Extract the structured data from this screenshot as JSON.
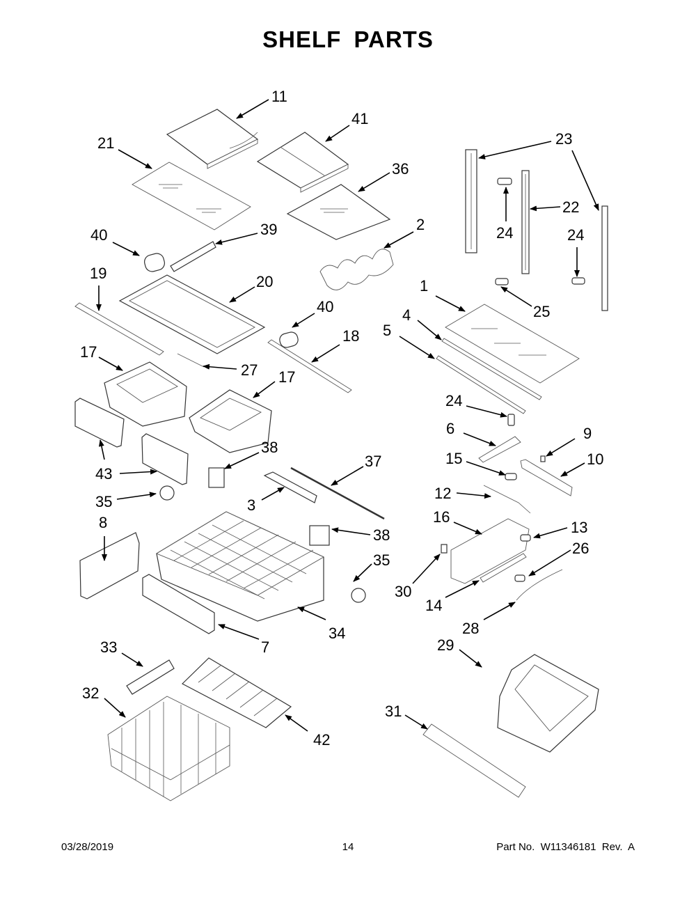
{
  "page": {
    "title": "SHELF PARTS"
  },
  "callouts": [
    {
      "id": "c11",
      "label": "11"
    },
    {
      "id": "c41",
      "label": "41"
    },
    {
      "id": "c21",
      "label": "21"
    },
    {
      "id": "c36",
      "label": "36"
    },
    {
      "id": "c23",
      "label": "23"
    },
    {
      "id": "c22",
      "label": "22"
    },
    {
      "id": "c24a",
      "label": "24"
    },
    {
      "id": "c24b",
      "label": "24"
    },
    {
      "id": "c2",
      "label": "2"
    },
    {
      "id": "c40a",
      "label": "40"
    },
    {
      "id": "c39",
      "label": "39"
    },
    {
      "id": "c19",
      "label": "19"
    },
    {
      "id": "c20",
      "label": "20"
    },
    {
      "id": "c25",
      "label": "25"
    },
    {
      "id": "c1",
      "label": "1"
    },
    {
      "id": "c40b",
      "label": "40"
    },
    {
      "id": "c4",
      "label": "4"
    },
    {
      "id": "c5",
      "label": "5"
    },
    {
      "id": "c18",
      "label": "18"
    },
    {
      "id": "c17a",
      "label": "17"
    },
    {
      "id": "c27",
      "label": "27"
    },
    {
      "id": "c17b",
      "label": "17"
    },
    {
      "id": "c24c",
      "label": "24"
    },
    {
      "id": "c6",
      "label": "6"
    },
    {
      "id": "c9",
      "label": "9"
    },
    {
      "id": "c43",
      "label": "43"
    },
    {
      "id": "c38a",
      "label": "38"
    },
    {
      "id": "c37",
      "label": "37"
    },
    {
      "id": "c15",
      "label": "15"
    },
    {
      "id": "c10",
      "label": "10"
    },
    {
      "id": "c35a",
      "label": "35"
    },
    {
      "id": "c3",
      "label": "3"
    },
    {
      "id": "c12",
      "label": "12"
    },
    {
      "id": "c8",
      "label": "8"
    },
    {
      "id": "c16",
      "label": "16"
    },
    {
      "id": "c13",
      "label": "13"
    },
    {
      "id": "c38b",
      "label": "38"
    },
    {
      "id": "c26",
      "label": "26"
    },
    {
      "id": "c35b",
      "label": "35"
    },
    {
      "id": "c30",
      "label": "30"
    },
    {
      "id": "c14",
      "label": "14"
    },
    {
      "id": "c34",
      "label": "34"
    },
    {
      "id": "c28",
      "label": "28"
    },
    {
      "id": "c7",
      "label": "7"
    },
    {
      "id": "c33",
      "label": "33"
    },
    {
      "id": "c29",
      "label": "29"
    },
    {
      "id": "c32",
      "label": "32"
    },
    {
      "id": "c31",
      "label": "31"
    },
    {
      "id": "c42",
      "label": "42"
    }
  ],
  "footer": {
    "date": "03/28/2019",
    "page_number": "14",
    "part_info": "Part No.  W11346181  Rev.  A"
  }
}
